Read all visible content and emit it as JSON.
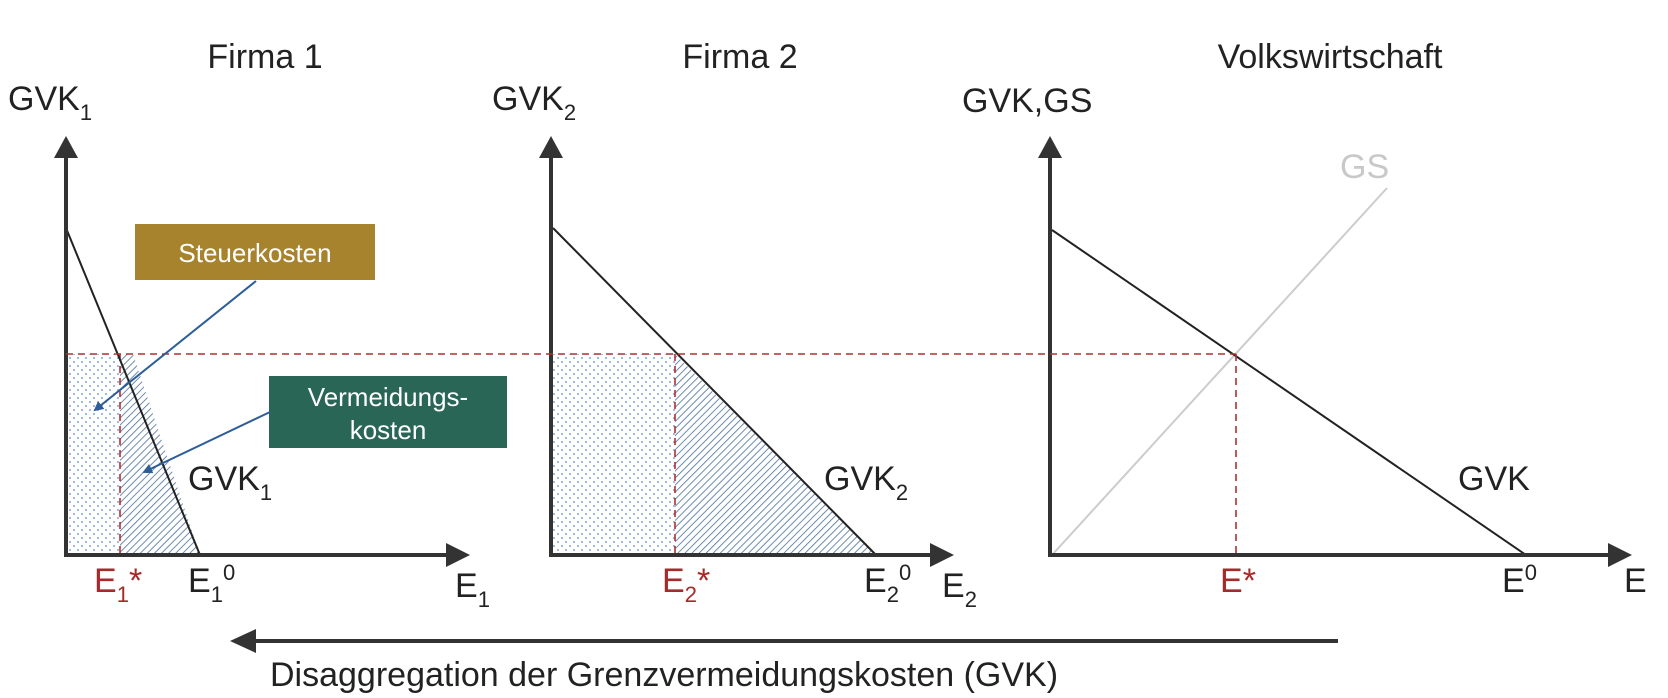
{
  "panels": [
    {
      "title": "Firma 1",
      "y_axis": {
        "main": "GVK",
        "sub": "1"
      },
      "x_axis": {
        "main": "E",
        "sub": "1"
      },
      "curve_label": {
        "main": "GVK",
        "sub": "1"
      },
      "e_star": {
        "main": "E",
        "sub": "1",
        "suffix": "*"
      },
      "e_zero": {
        "main": "E",
        "sub": "1",
        "sup": "0"
      }
    },
    {
      "title": "Firma 2",
      "y_axis": {
        "main": "GVK",
        "sub": "2"
      },
      "x_axis": {
        "main": "E",
        "sub": "2"
      },
      "curve_label": {
        "main": "GVK",
        "sub": "2"
      },
      "e_star": {
        "main": "E",
        "sub": "2",
        "suffix": "*"
      },
      "e_zero": {
        "main": "E",
        "sub": "2",
        "sup": "0"
      }
    },
    {
      "title": "Volkswirtschaft",
      "y_axis": {
        "main": "GVK,GS"
      },
      "x_axis": {
        "main": "E"
      },
      "curve_label": {
        "main": "GVK"
      },
      "gs_label": "GS",
      "e_star": {
        "main": "E",
        "suffix": "*"
      },
      "e_zero": {
        "main": "E",
        "sup": "0"
      }
    }
  ],
  "legend": {
    "tax_box": {
      "label": "Steuerkosten",
      "color": "#a8832e"
    },
    "abatement_box": {
      "lines": [
        "Vermeidungs-",
        "kosten"
      ],
      "color": "#2a6655"
    }
  },
  "bottom_arrow_label": "Disaggregation der Grenzvermeidungskosten (GVK)",
  "colors": {
    "axis": "#333333",
    "curve": "#222222",
    "gs_line": "#cccccc",
    "dashed": "#b03030",
    "highlight_red": "#a52a2a",
    "hatch": "#4a6f9a",
    "dots": "#5b8ac8",
    "pointer_arrow": "#2d5e98"
  }
}
